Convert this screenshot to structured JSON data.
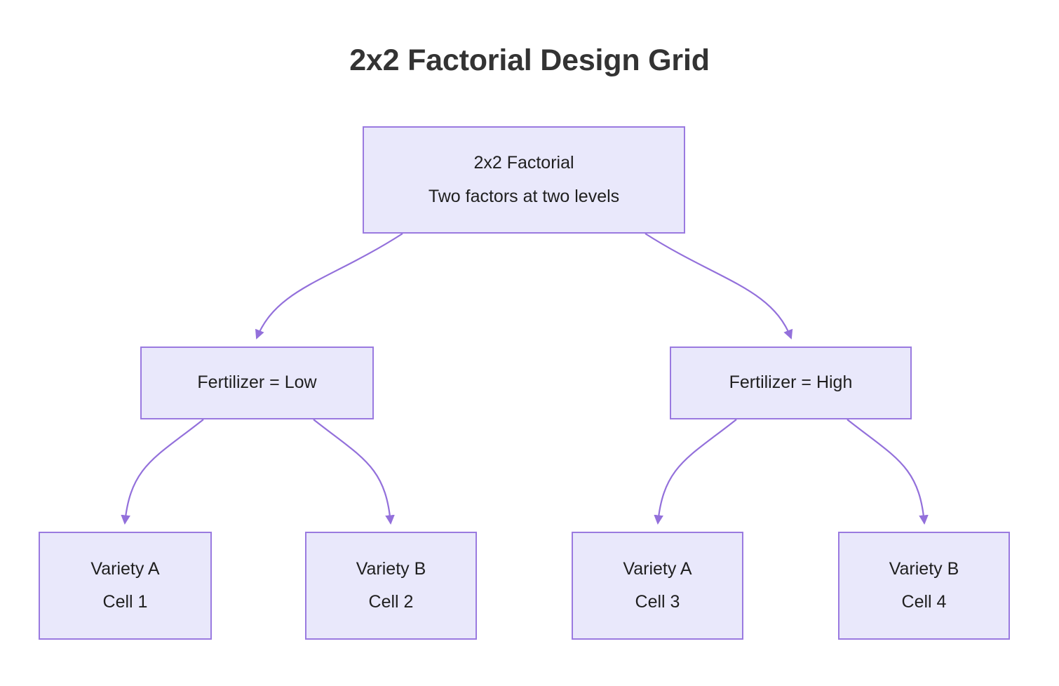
{
  "page": {
    "title": "2x2 Factorial Design Grid",
    "background_color": "#ffffff",
    "title_color": "#333333"
  },
  "style": {
    "node_fill": "#e9e8fb",
    "node_border": "#9a7ae0",
    "edge_stroke": "#9370db",
    "text_color": "#1f1f1f"
  },
  "diagram": {
    "type": "tree",
    "root": {
      "id": "root",
      "line1": "2x2 Factorial",
      "line2": "Two factors at two levels"
    },
    "level2": [
      {
        "id": "fert-low",
        "label": "Fertilizer = Low"
      },
      {
        "id": "fert-high",
        "label": "Fertilizer = High"
      }
    ],
    "leaves": [
      {
        "id": "cell-1",
        "variety": "Variety A",
        "cell": "Cell 1"
      },
      {
        "id": "cell-2",
        "variety": "Variety B",
        "cell": "Cell 2"
      },
      {
        "id": "cell-3",
        "variety": "Variety A",
        "cell": "Cell 3"
      },
      {
        "id": "cell-4",
        "variety": "Variety B",
        "cell": "Cell 4"
      }
    ]
  }
}
